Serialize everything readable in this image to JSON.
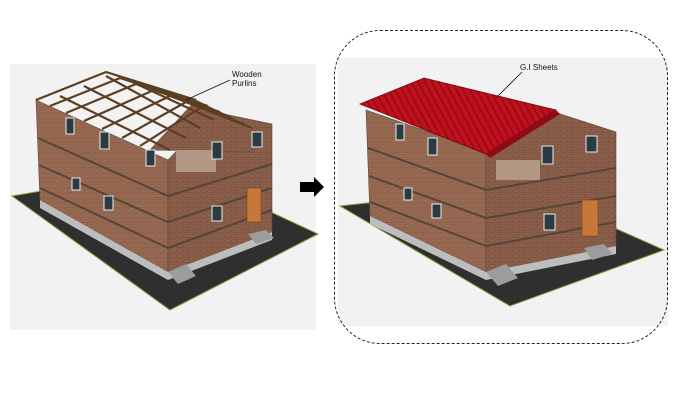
{
  "callouts": {
    "left_line1": "Wooden",
    "left_line2": "Purlins",
    "right": "G.I Sheets"
  },
  "colors": {
    "brick": "#9a6b52",
    "brick_dark": "#7e5540",
    "mortar_band": "#5a4a40",
    "ground": "#2f2f2f",
    "ground_edge": "#8a9a3a",
    "plinth": "#b8b8b8",
    "door": "#c8773a",
    "roof_sheet": "#c0101e",
    "roof_sheet_dark": "#8e0a14",
    "purlin": "#5c3e22",
    "window_glass": "#2b3b44",
    "window_frame": "#e9ecec"
  }
}
